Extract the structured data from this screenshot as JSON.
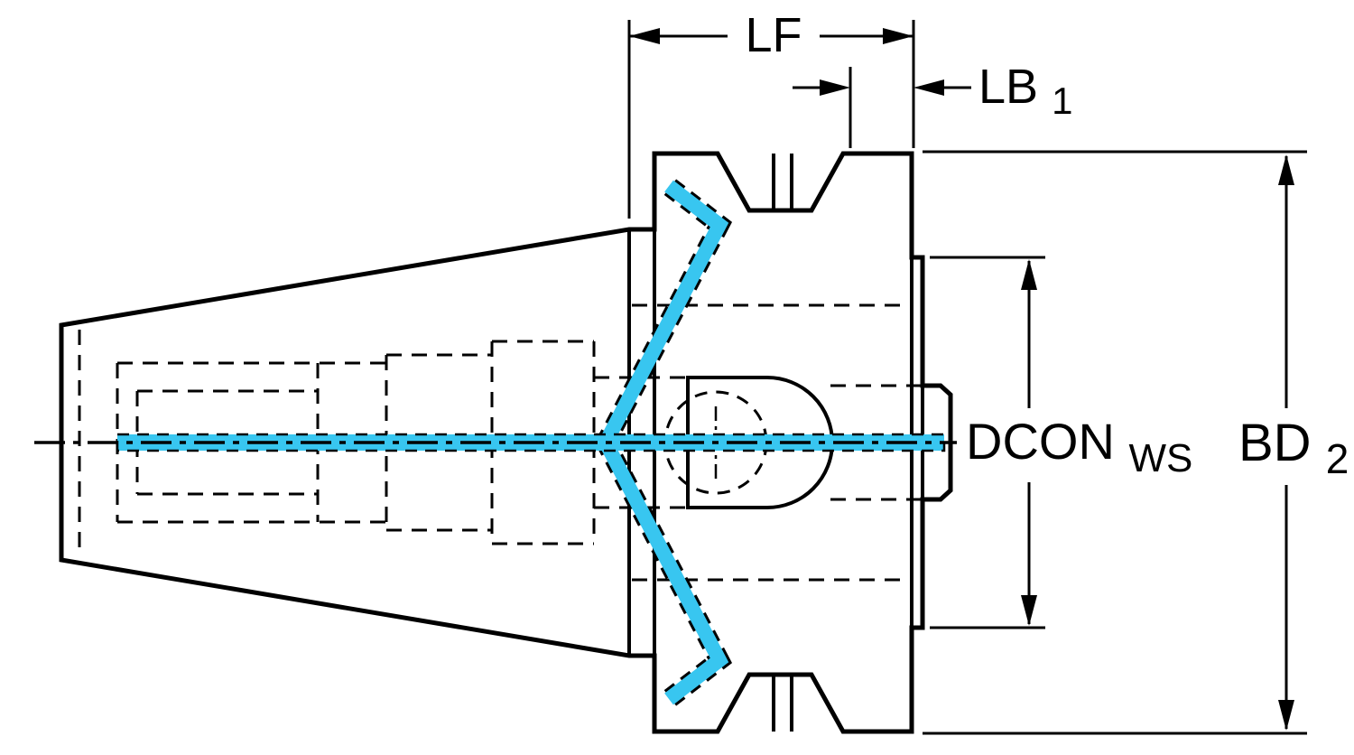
{
  "labels": {
    "lf": {
      "text": "LF"
    },
    "lb1": {
      "text": "LB",
      "subscript": "1"
    },
    "dcon": {
      "text": "DCON",
      "subscript": "WS"
    },
    "bd2": {
      "text": "BD",
      "subscript": "2"
    }
  },
  "colors": {
    "background": "#ffffff",
    "body_fill": "#adc2ce",
    "outline": "#000000",
    "coolant": "#38c6f0"
  }
}
